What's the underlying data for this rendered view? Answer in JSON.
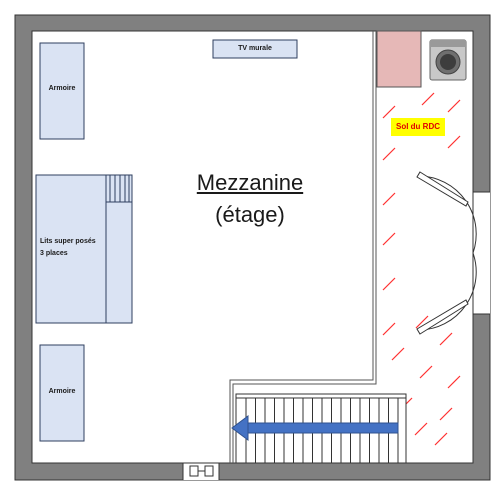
{
  "title": {
    "line1": "Mezzanine",
    "line2": "(étage)"
  },
  "labels": {
    "tv": "TV murale",
    "armoire_top": "Armoire",
    "armoire_bottom": "Armoire",
    "bed_line1": "Lits super posés",
    "bed_line2": "3 places",
    "ground_floor": "Sol du RDC"
  },
  "icons": {
    "appliance": "washing-machine-icon",
    "stairs_arrow": "arrow-left-icon"
  },
  "colors": {
    "wall": "#808080",
    "wall_outline": "#333333",
    "furniture_fill": "#dae3f3",
    "furniture_stroke": "#2f3f5f",
    "pink_box": "#e6b8b7",
    "hatch": "#ff3030",
    "highlight": "#ffff00",
    "arrow": "#4472c4"
  }
}
